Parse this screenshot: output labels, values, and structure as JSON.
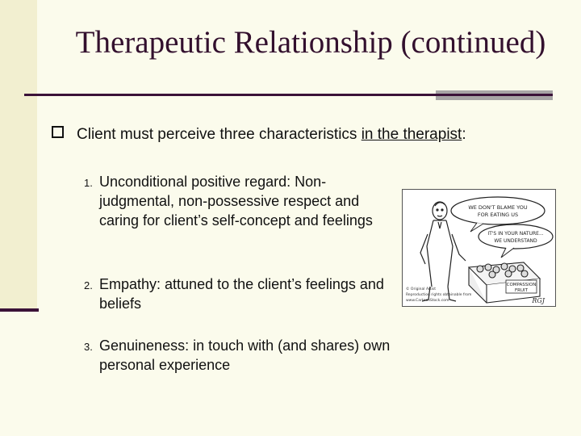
{
  "slide": {
    "title": "Therapeutic Relationship (continued)",
    "bullet": {
      "prefix": "Client must perceive three characteristics ",
      "underlined": "in the therapist",
      "suffix": ":"
    },
    "items": [
      {
        "number": "1.",
        "text": "Unconditional positive regard:  Non-judgmental, non-possessive respect and caring for client’s self-concept and feelings"
      },
      {
        "number": "2.",
        "text": "Empathy: attuned to the client’s feelings and beliefs"
      },
      {
        "number": "3.",
        "text": "Genuineness: in touch with (and shares) own personal experience"
      }
    ]
  },
  "cartoon": {
    "bubble_1_line_1": "WE DON'T BLAME YOU",
    "bubble_1_line_2": "FOR EATING US",
    "bubble_2_line_1": "IT'S IN YOUR NATURE...",
    "bubble_2_line_2": "WE UNDERSTAND",
    "box_label_line_1": "COMPASSION",
    "box_label_line_2": "FRUIT",
    "signature": "RGJ",
    "credit_line_1": "© Original Artist",
    "credit_line_2": "Reproduction rights obtainable from",
    "credit_line_3": "www.CartoonStock.com"
  },
  "colors": {
    "background": "#fbfbec",
    "accent": "#3b1238",
    "rule_gray": "#a7a5a5"
  }
}
